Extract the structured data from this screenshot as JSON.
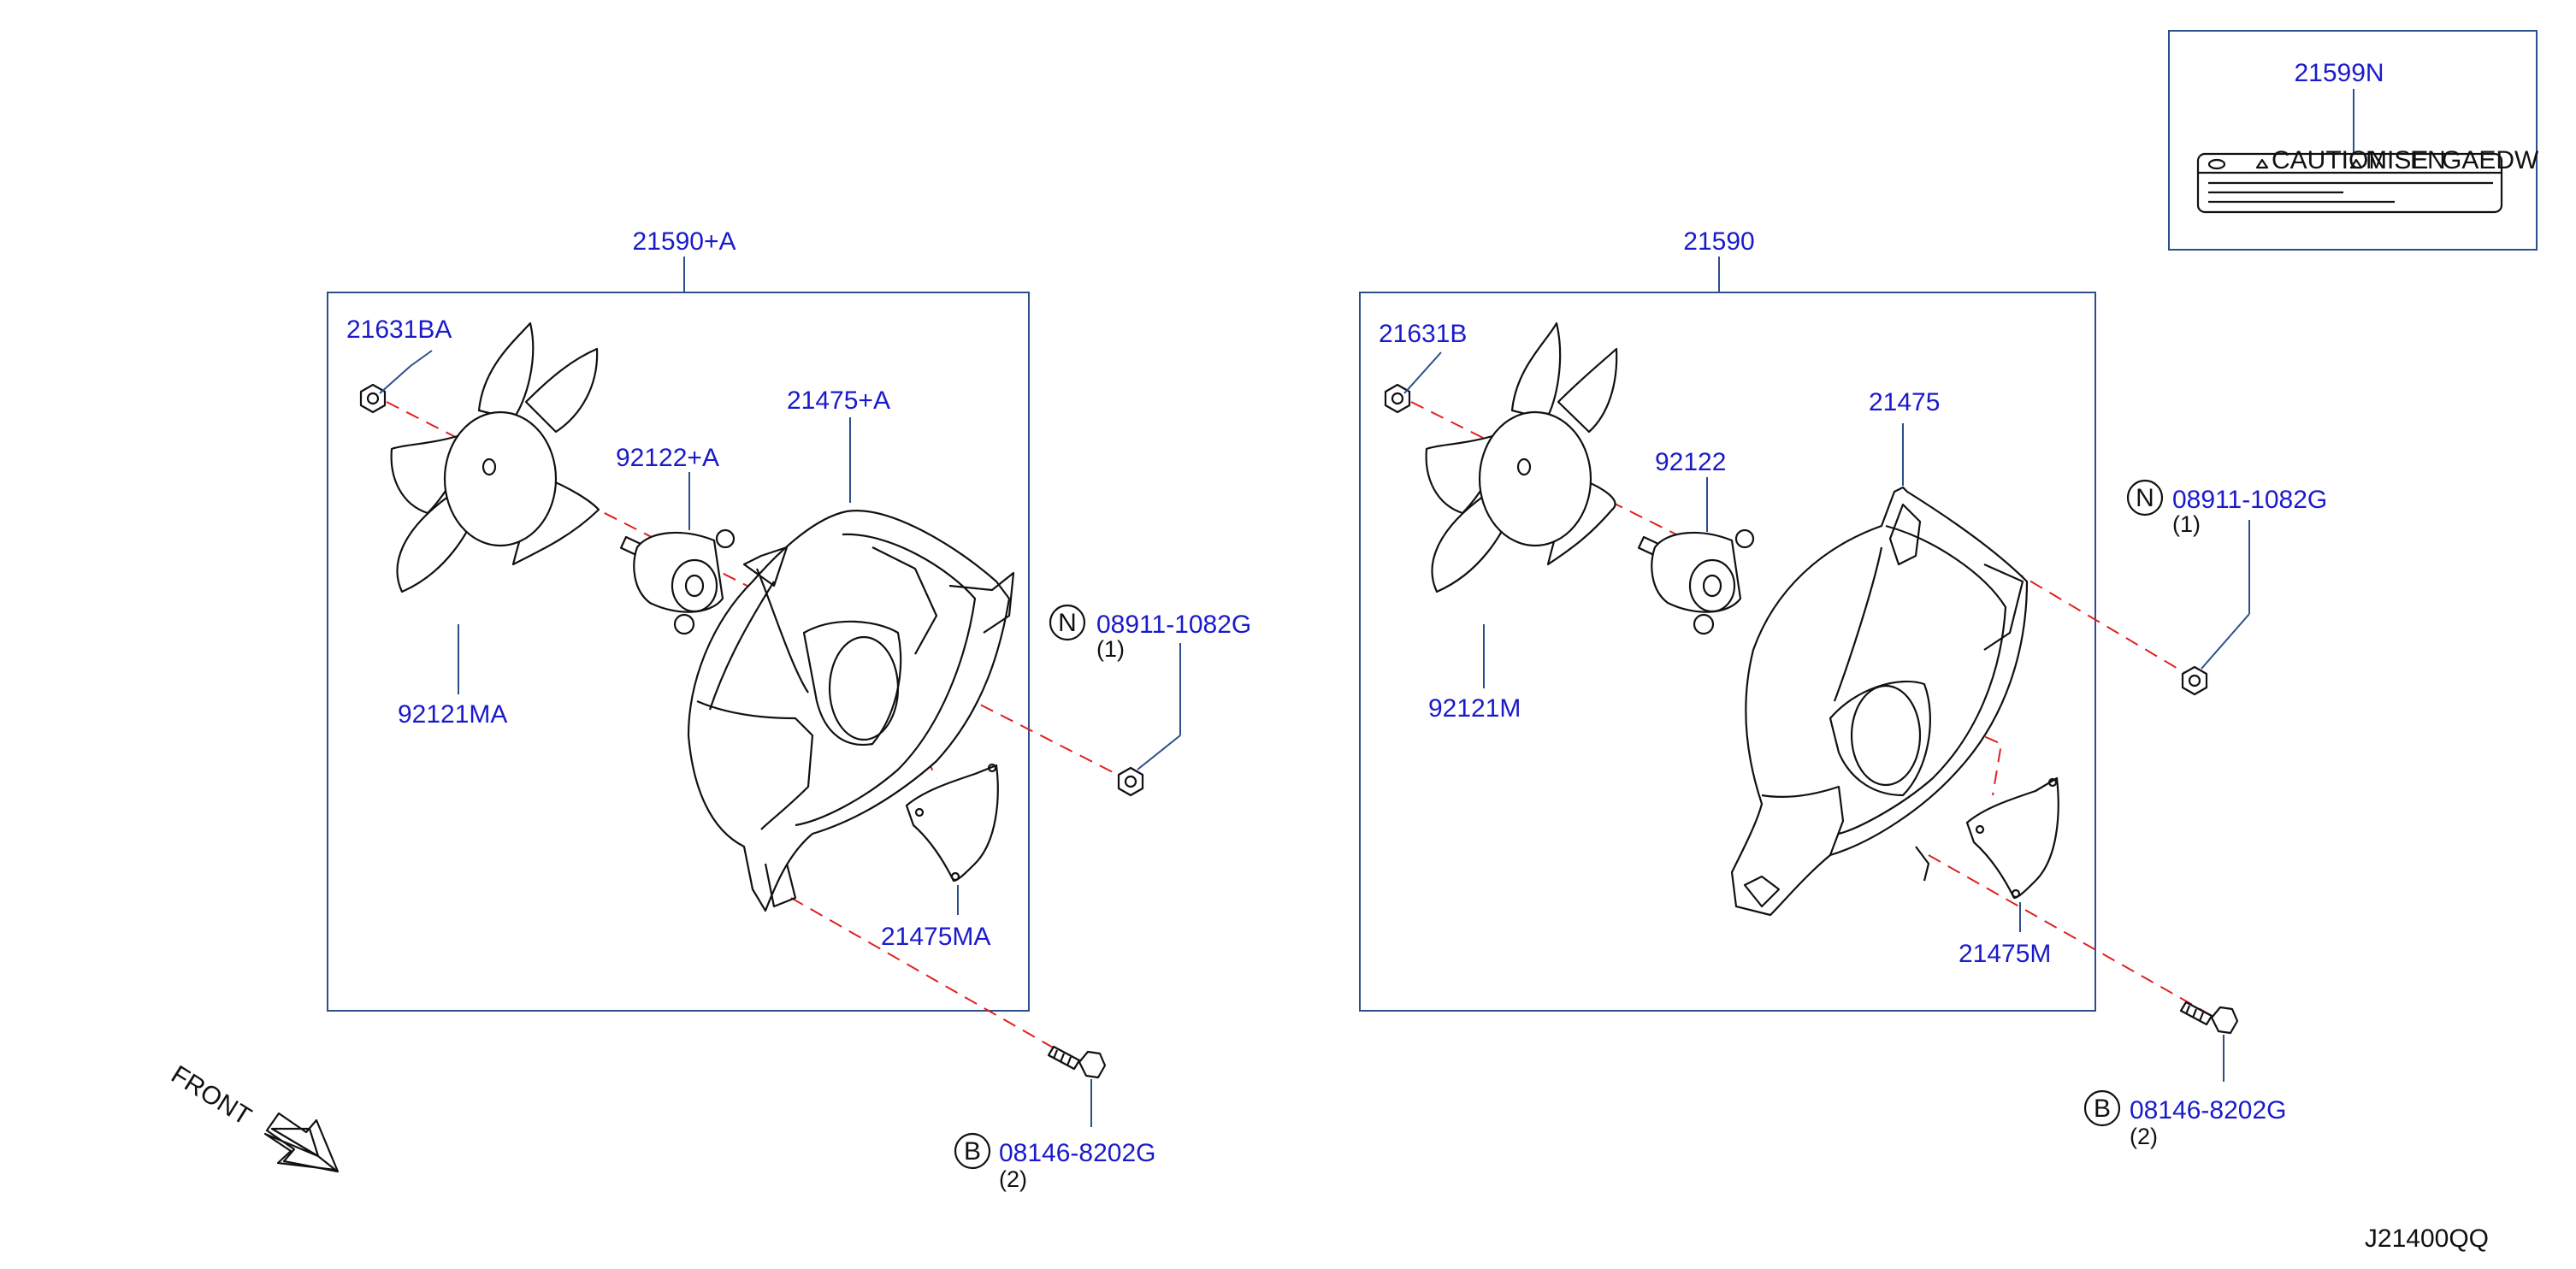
{
  "callouts": {
    "assembly_a": "21590+A",
    "assembly_b": "21590",
    "label_part": "21599N",
    "nut_a": "21631BA",
    "nut_b": "21631B",
    "shroud_a": "21475+A",
    "shroud_b": "21475",
    "motor_a": "92122+A",
    "motor_b": "92122",
    "fan_a": "92121MA",
    "fan_b": "92121M",
    "cover_a": "21475MA",
    "cover_b": "21475M",
    "nut_n_a": "08911-1082G",
    "nut_n_b": "08911-1082G",
    "bolt_b_a": "08146-8202G",
    "bolt_b_b": "08146-8202G"
  },
  "symbols": {
    "nut": "N",
    "bolt": "B"
  },
  "quantities": {
    "nut_a": "(1)",
    "nut_b": "(1)",
    "bolt_a": "(2)",
    "bolt_b": "(2)"
  },
  "caution_label": {
    "caution": "CAUTION",
    "mise": "MISE",
    "en": "EN",
    "gaedw": "GAEDW"
  },
  "front_text": "FRONT",
  "diagram_code": "J21400QQ",
  "colors": {
    "part_number": "#1a1acc",
    "frame": "#2c4f8a",
    "center_line": "#e02020"
  },
  "icons": [
    "front-arrow-icon",
    "nut-symbol-icon",
    "bolt-symbol-icon",
    "caution-triangle-icon"
  ]
}
